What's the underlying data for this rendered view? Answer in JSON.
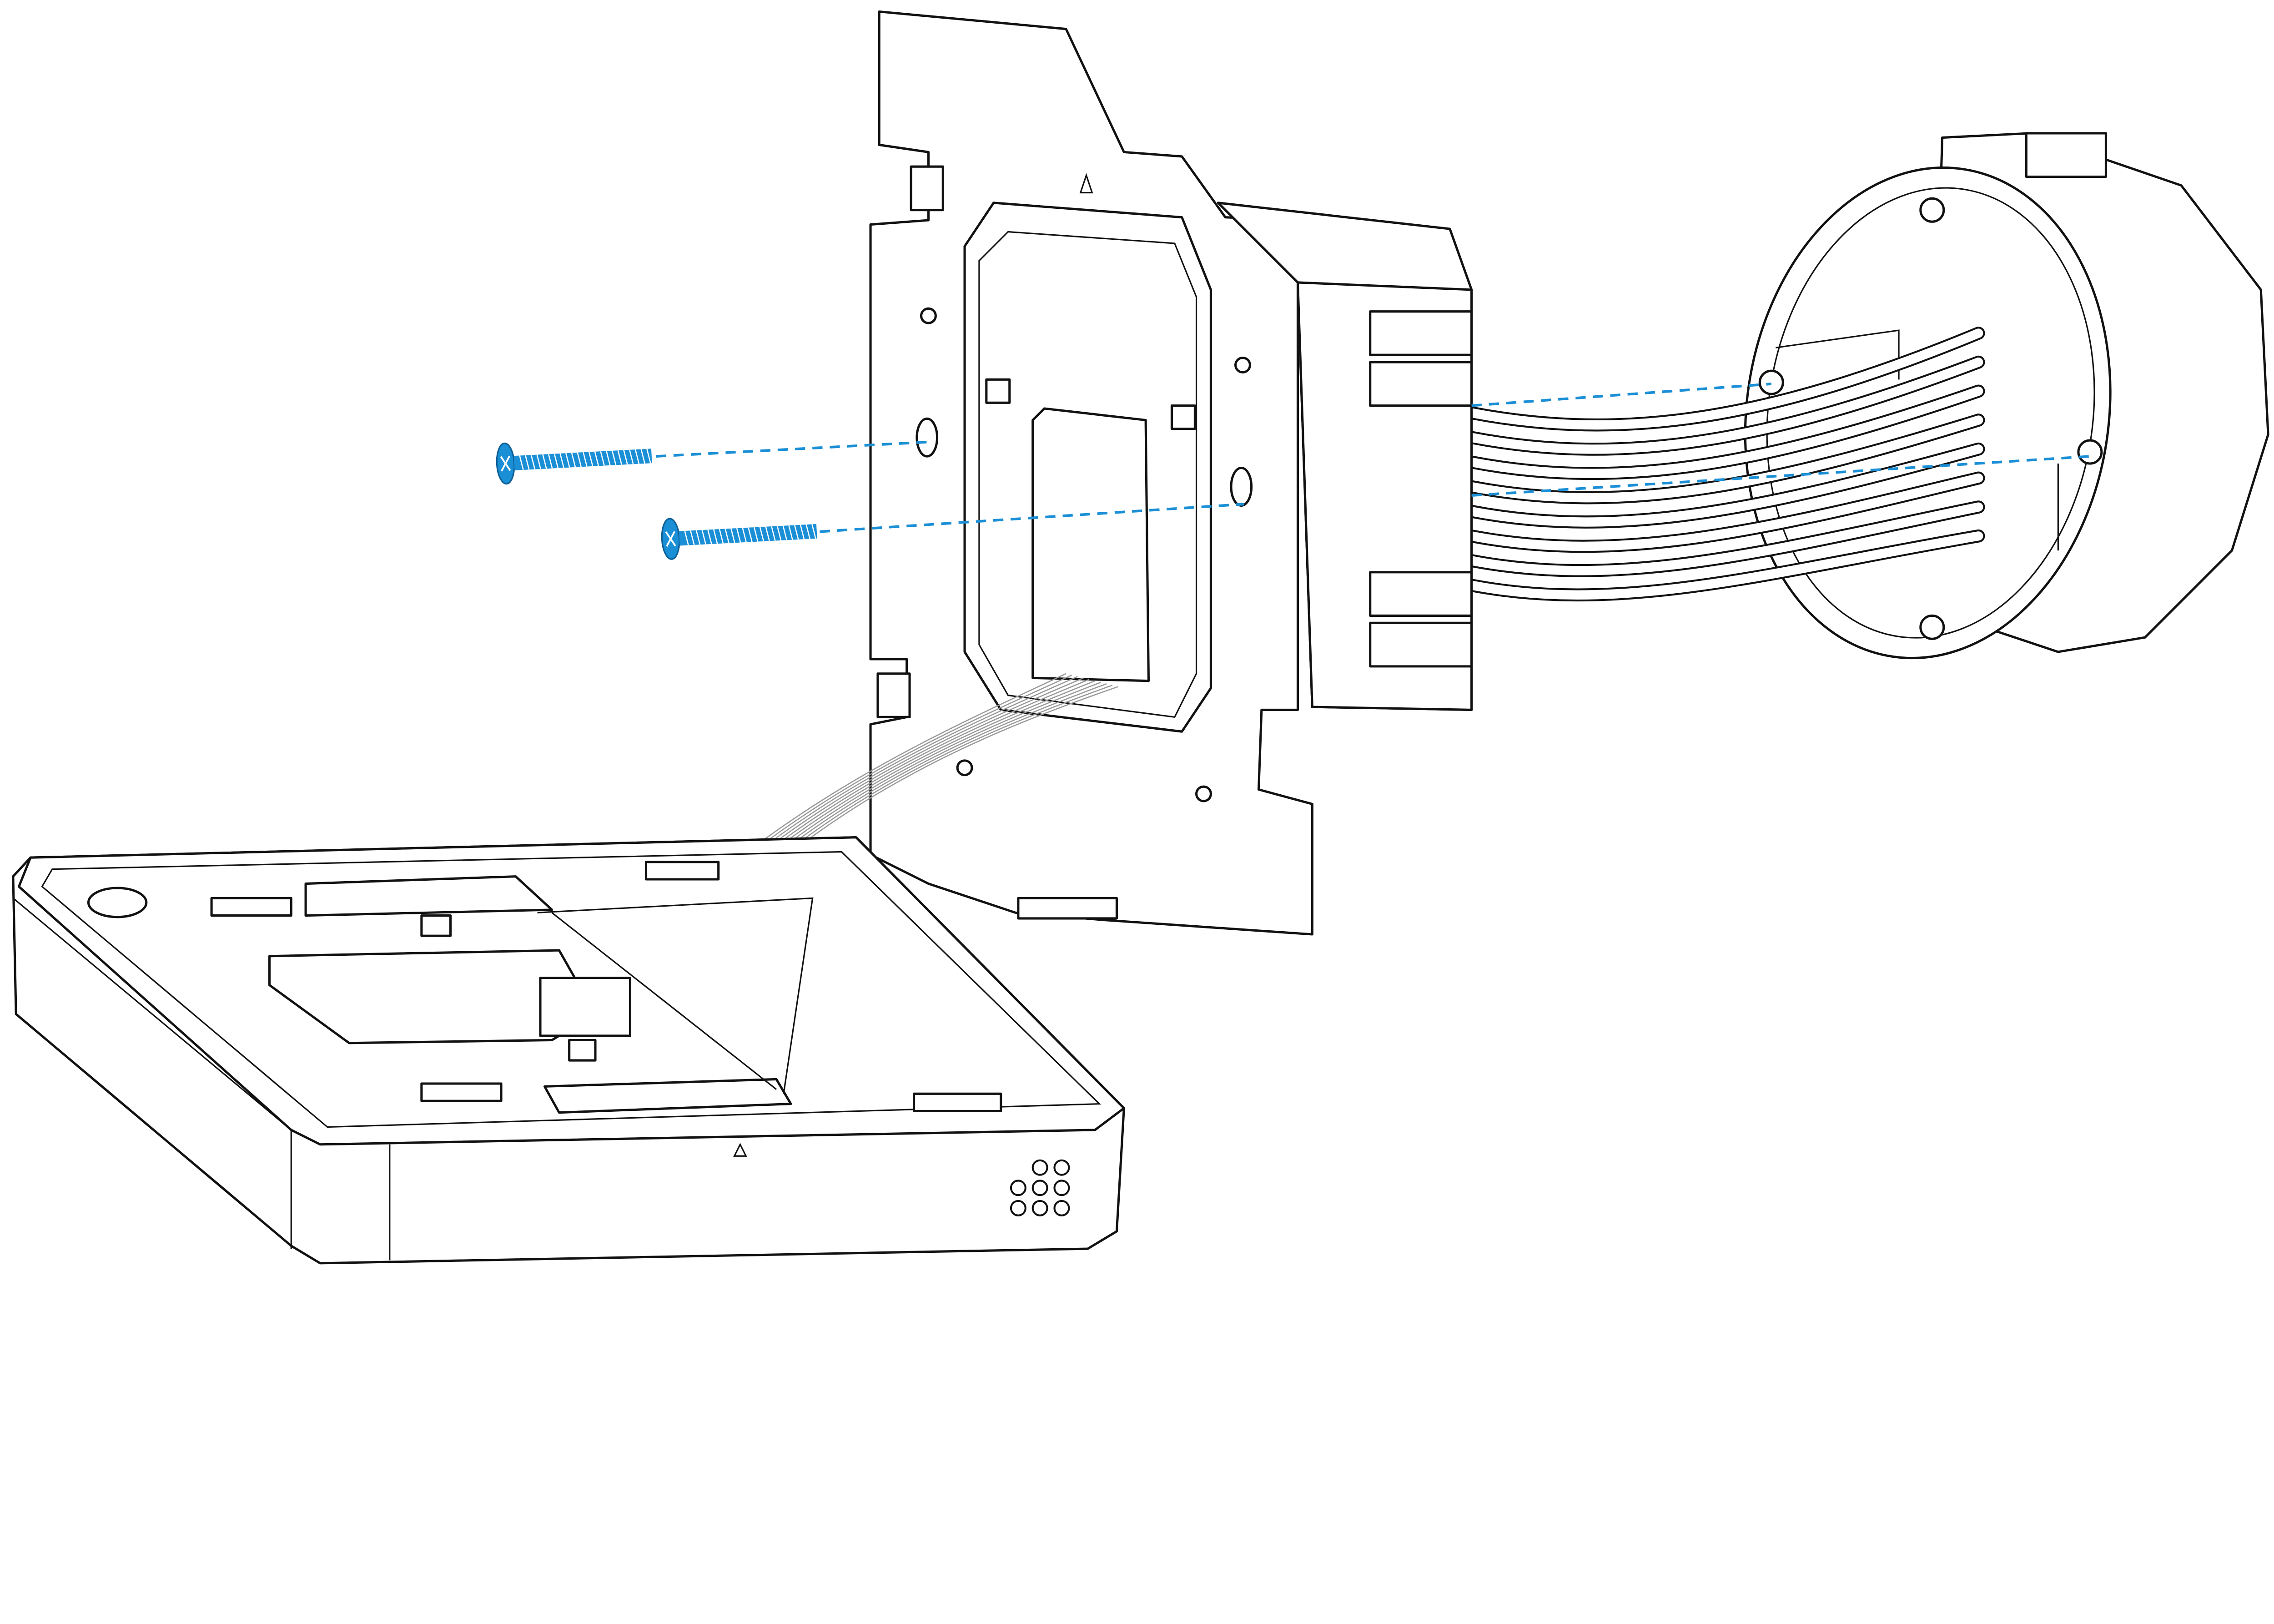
{
  "colors": {
    "line": "#111111",
    "accent": "#1a8fd6"
  },
  "components": [
    "wall-plate",
    "junction-adapter",
    "electrical-box",
    "mounting-screw",
    "thermostat-base",
    "wire-bundle"
  ]
}
